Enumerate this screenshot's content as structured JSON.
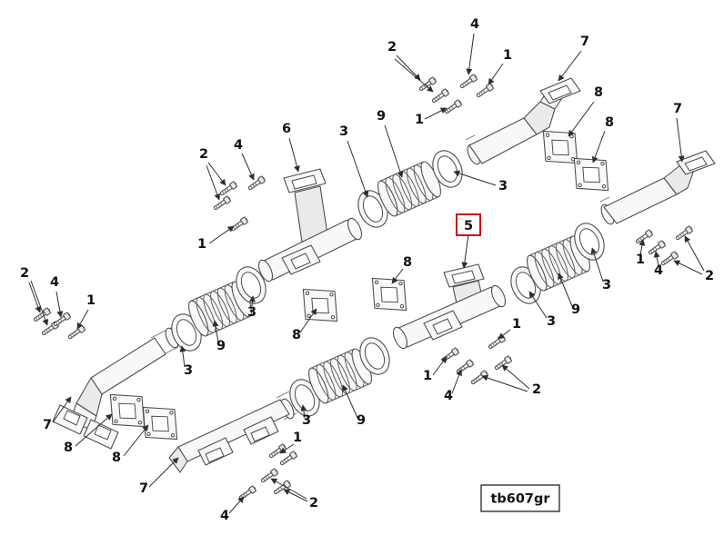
{
  "figure": {
    "code": "tb607gr",
    "background": "#ffffff",
    "line_color": "#4e4e4e",
    "highlight_color": "#cc1111",
    "highlighted_item": "5"
  },
  "callouts": [
    {
      "label": "4"
    },
    {
      "label": "2"
    },
    {
      "label": "1"
    },
    {
      "label": "7"
    },
    {
      "label": "8"
    },
    {
      "label": "8"
    },
    {
      "label": "7"
    },
    {
      "label": "9"
    },
    {
      "label": "1"
    },
    {
      "label": "3"
    },
    {
      "label": "3"
    },
    {
      "label": "6"
    },
    {
      "label": "2"
    },
    {
      "label": "4"
    },
    {
      "label": "1"
    },
    {
      "label": "5",
      "highlighted": true
    },
    {
      "label": "1"
    },
    {
      "label": "4"
    },
    {
      "label": "2"
    },
    {
      "label": "3"
    },
    {
      "label": "9"
    },
    {
      "label": "3"
    },
    {
      "label": "2"
    },
    {
      "label": "4"
    },
    {
      "label": "1"
    },
    {
      "label": "8"
    },
    {
      "label": "8"
    },
    {
      "label": "3"
    },
    {
      "label": "9"
    },
    {
      "label": "3"
    },
    {
      "label": "1"
    },
    {
      "label": "1"
    },
    {
      "label": "4"
    },
    {
      "label": "2"
    },
    {
      "label": "7"
    },
    {
      "label": "8"
    },
    {
      "label": "8"
    },
    {
      "label": "3"
    },
    {
      "label": "9"
    },
    {
      "label": "1"
    },
    {
      "label": "7"
    },
    {
      "label": "2"
    },
    {
      "label": "4"
    }
  ]
}
